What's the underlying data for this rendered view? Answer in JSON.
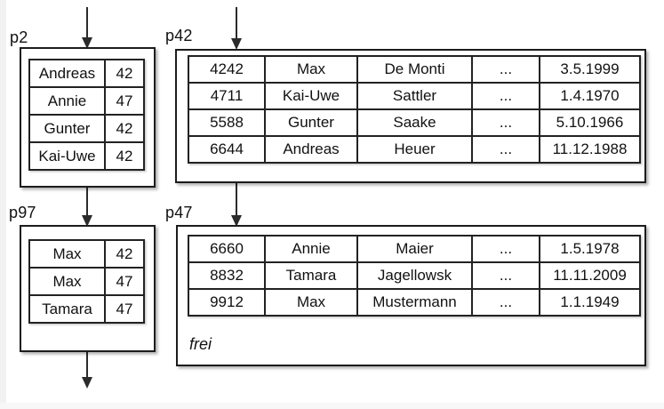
{
  "diagram": {
    "kind": "index-and-data-pages",
    "style": {
      "ink": "#111111",
      "arrow": "#2b2b2b",
      "background": "#ffffff"
    },
    "pages": [
      {
        "label": "p2",
        "type": "index",
        "rows": [
          [
            "Andreas",
            "42"
          ],
          [
            "Annie",
            "47"
          ],
          [
            "Gunter",
            "42"
          ],
          [
            "Kai-Uwe",
            "42"
          ]
        ]
      },
      {
        "label": "p42",
        "type": "data",
        "rows": [
          [
            "4242",
            "Max",
            "De Monti",
            "...",
            "3.5.1999"
          ],
          [
            "4711",
            "Kai-Uwe",
            "Sattler",
            "...",
            "1.4.1970"
          ],
          [
            "5588",
            "Gunter",
            "Saake",
            "...",
            "5.10.1966"
          ],
          [
            "6644",
            "Andreas",
            "Heuer",
            "...",
            "11.12.1988"
          ]
        ]
      },
      {
        "label": "p97",
        "type": "index",
        "rows": [
          [
            "Max",
            "42"
          ],
          [
            "Max",
            "47"
          ],
          [
            "Tamara",
            "47"
          ]
        ]
      },
      {
        "label": "p47",
        "type": "data",
        "rows": [
          [
            "6660",
            "Annie",
            "Maier",
            "...",
            "1.5.1978"
          ],
          [
            "8832",
            "Tamara",
            "Jagellowsk",
            "...",
            "11.11.2009"
          ],
          [
            "9912",
            "Max",
            "Mustermann",
            "...",
            "1.1.1949"
          ]
        ],
        "free_label": "frei"
      }
    ],
    "edges": [
      {
        "from": "external-top",
        "to": "p2"
      },
      {
        "from": "external-top",
        "to": "p42"
      },
      {
        "from": "p2",
        "to": "p97"
      },
      {
        "from": "p42",
        "to": "p47"
      },
      {
        "from": "p97",
        "to": "external-bottom"
      }
    ]
  }
}
